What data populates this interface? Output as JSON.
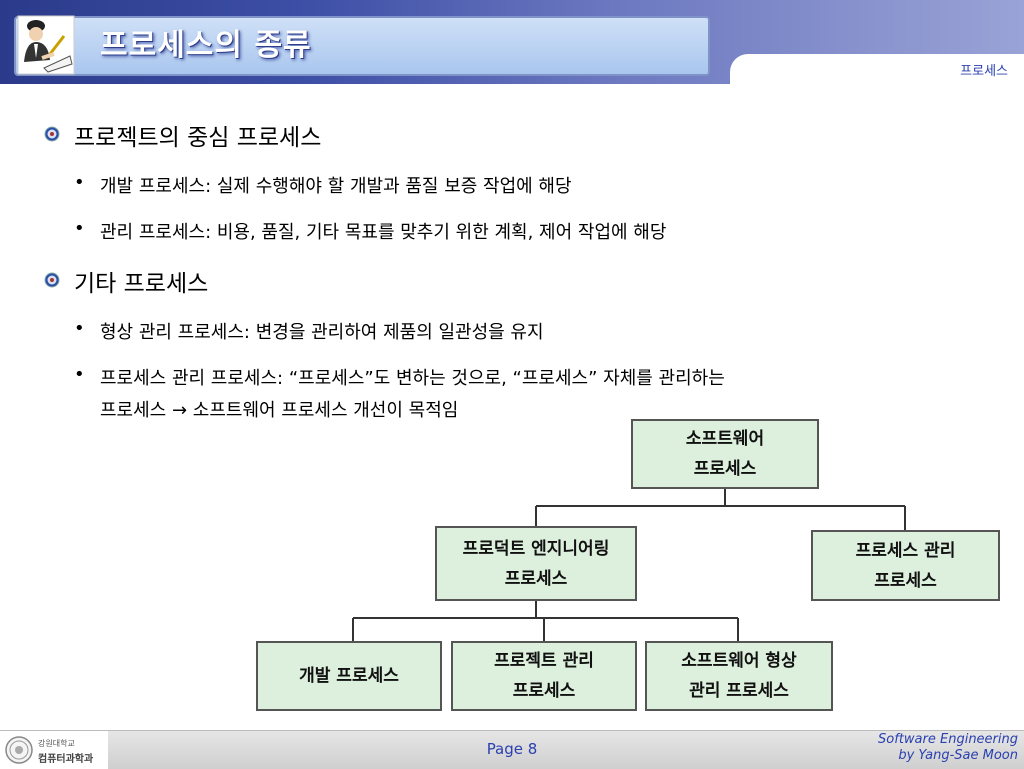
{
  "header": {
    "title": "프로세스의 종류",
    "section": "프로세스"
  },
  "content": {
    "items": [
      {
        "text": "프로젝트의 중심 프로세스",
        "subitems": [
          "개발 프로세스: 실제 수행해야 할 개발과 품질 보증 작업에 해당",
          "관리 프로세스: 비용, 품질, 기타 목표를 맞추기 위한 계획, 제어 작업에 해당"
        ]
      },
      {
        "text": "기타 프로세스",
        "subitems": [
          "형상 관리 프로세스: 변경을 관리하여 제품의 일관성을 유지",
          "프로세스 관리 프로세스: “프로세스”도 변하는 것으로, “프로세스” 자체를 관리하는",
          "프로세스 → 소프트웨어 프로세스 개선이 목적임"
        ]
      }
    ]
  },
  "diagram": {
    "root": [
      "소프트웨어",
      "프로세스"
    ],
    "level1": [
      [
        "프로덕트 엔지니어링",
        "프로세스"
      ],
      [
        "프로세스 관리",
        "프로세스"
      ]
    ],
    "level2": [
      [
        "개발 프로세스"
      ],
      [
        "프로젝트 관리",
        "프로세스"
      ],
      [
        "소프트웨어 형상",
        "관리 프로세스"
      ]
    ],
    "node_fill": "#ddefdd"
  },
  "footer": {
    "univ": "강원대학교",
    "dept": "컴퓨터과학과",
    "page": "Page 8",
    "credit_line1": "Software Engineering",
    "credit_line2": "by Yang-Sae Moon"
  },
  "colors": {
    "header_dark": "#2b3a8a",
    "accent_text": "#2a40b0"
  }
}
